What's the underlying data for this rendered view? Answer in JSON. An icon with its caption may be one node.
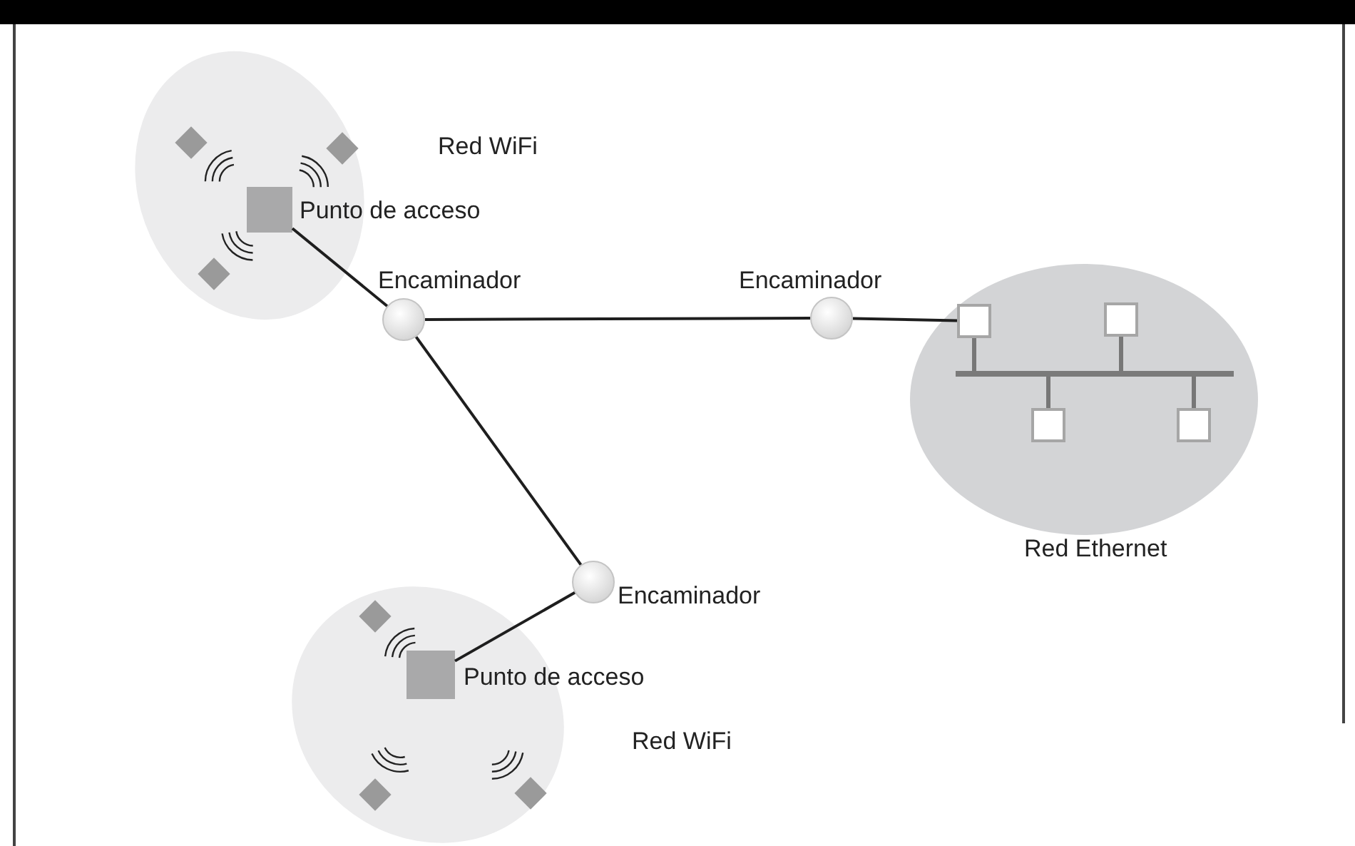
{
  "diagram": {
    "nodes": [
      {
        "text": [
          "Red WiFi"
        ]
      },
      {
        "text": [
          "Punto de acceso"
        ],
        "in": 0
      },
      {
        "text": [
          "Encaminador"
        ]
      },
      {
        "text": [
          "Encaminador"
        ]
      },
      {
        "text": [
          "Encaminador"
        ]
      },
      {
        "text": [
          "Red Ethernet"
        ]
      },
      {
        "text": [],
        "shape": "box",
        "in": 5
      },
      {
        "text": [],
        "shape": "box",
        "in": 5
      },
      {
        "text": [],
        "shape": "bar",
        "in": 5
      },
      {
        "text": [],
        "shape": "box",
        "in": 5
      },
      {
        "text": [],
        "shape": "box",
        "in": 5
      },
      {
        "text": [
          "Red WiFi"
        ]
      },
      {
        "text": [
          "Punto de acceso"
        ],
        "in": 11
      }
    ],
    "edges": [
      {
        "from": 1,
        "to": 2,
        "arrow": "none"
      },
      {
        "from": 2,
        "to": 3,
        "arrow": "none"
      },
      {
        "from": 2,
        "to": 4,
        "arrow": "none"
      },
      {
        "from": 3,
        "to": 6,
        "arrow": "none"
      },
      {
        "from": 4,
        "to": 12,
        "arrow": "none"
      },
      {
        "from": 6,
        "to": 8,
        "arrow": "none",
        "color": "#777777"
      },
      {
        "from": 7,
        "to": 8,
        "arrow": "none",
        "color": "#777777"
      },
      {
        "from": 9,
        "to": 8,
        "arrow": "none",
        "color": "#777777"
      },
      {
        "from": 10,
        "to": 8,
        "arrow": "none",
        "color": "#777777"
      }
    ]
  }
}
